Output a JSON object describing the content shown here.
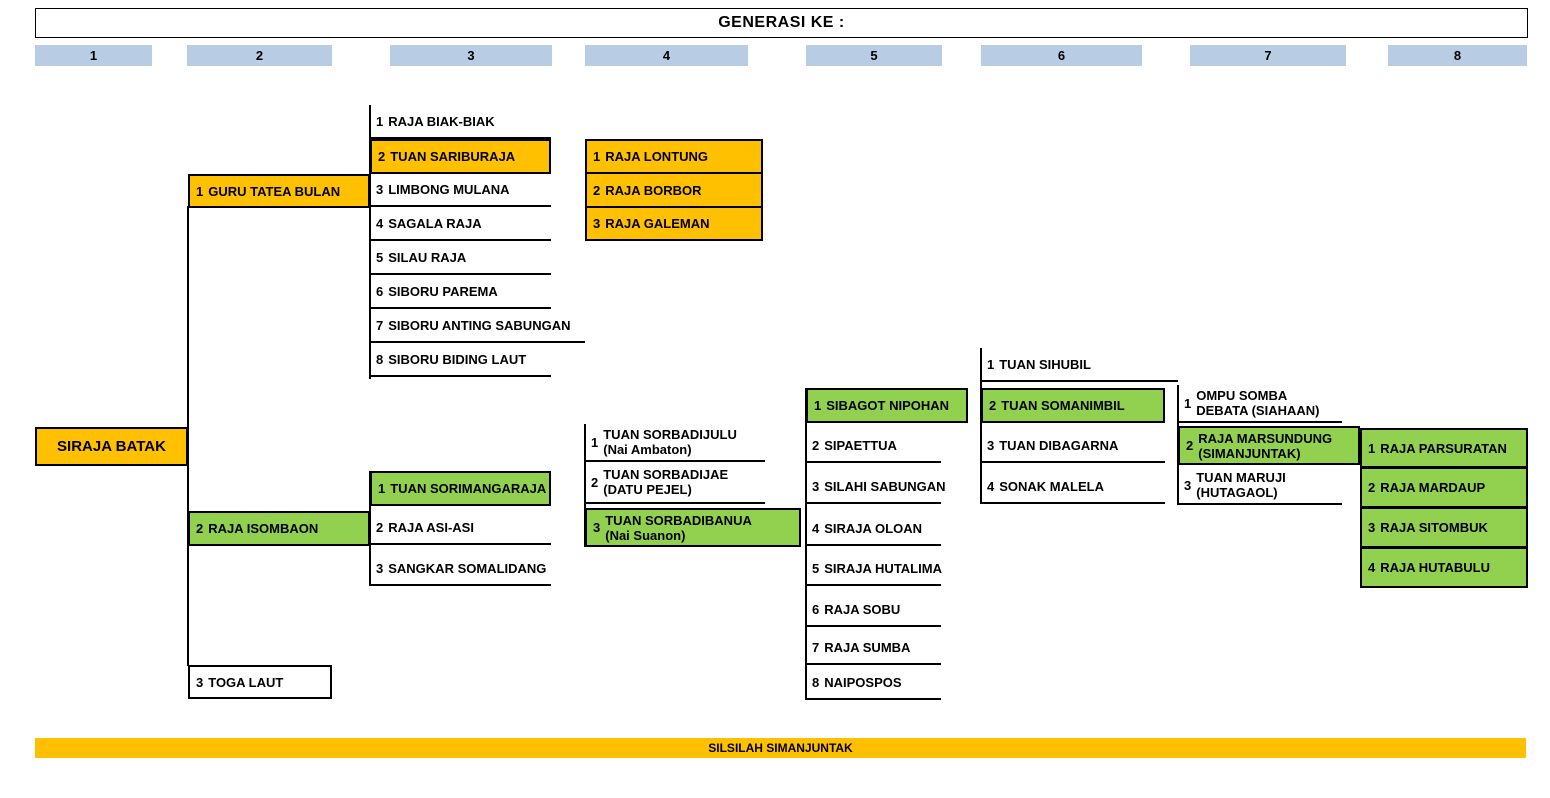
{
  "title": "GENERASI KE :",
  "generations": [
    "1",
    "2",
    "3",
    "4",
    "5",
    "6",
    "7",
    "8"
  ],
  "footer": "SILSILAH SIMANJUNTAK",
  "colors": {
    "highlight_orange": "#FFC000",
    "highlight_green": "#92D050",
    "generation_header": "#B8CCE4",
    "footer_bar": "#FFC000"
  },
  "root": {
    "name": "SIRAJA BATAK"
  },
  "gen2": {
    "guru_tatea_bulan": {
      "num": "1",
      "name": "GURU TATEA BULAN"
    },
    "raja_isombaon": {
      "num": "2",
      "name": "RAJA ISOMBAON"
    },
    "toga_laut": {
      "num": "3",
      "name": "TOGA LAUT"
    }
  },
  "children_guru_tatea_bulan": [
    {
      "num": "1",
      "name": "RAJA BIAK-BIAK"
    },
    {
      "num": "2",
      "name": "TUAN SARIBURAJA"
    },
    {
      "num": "3",
      "name": "LIMBONG MULANA"
    },
    {
      "num": "4",
      "name": "SAGALA RAJA"
    },
    {
      "num": "5",
      "name": "SILAU RAJA"
    },
    {
      "num": "6",
      "name": "SIBORU PAREMA"
    },
    {
      "num": "7",
      "name": "SIBORU ANTING SABUNGAN"
    },
    {
      "num": "8",
      "name": "SIBORU BIDING LAUT"
    }
  ],
  "children_tuan_sariburaja": [
    {
      "num": "1",
      "name": "RAJA LONTUNG"
    },
    {
      "num": "2",
      "name": "RAJA BORBOR"
    },
    {
      "num": "3",
      "name": "RAJA GALEMAN"
    }
  ],
  "children_raja_isombaon": [
    {
      "num": "1",
      "name": "TUAN SORIMANGARAJA"
    },
    {
      "num": "2",
      "name": "RAJA ASI-ASI"
    },
    {
      "num": "3",
      "name": "SANGKAR SOMALIDANG"
    }
  ],
  "children_tuan_sorimangaraja": [
    {
      "num": "1",
      "line1": "TUAN SORBADIJULU",
      "line2": "(Nai Ambaton)"
    },
    {
      "num": "2",
      "line1": "TUAN SORBADIJAE",
      "line2": "(DATU PEJEL)"
    },
    {
      "num": "3",
      "line1": "TUAN SORBADIBANUA",
      "line2": "(Nai Suanon)"
    }
  ],
  "children_tuan_sorbadibanua": [
    {
      "num": "1",
      "name": "SIBAGOT NIPOHAN"
    },
    {
      "num": "2",
      "name": "SIPAETTUA"
    },
    {
      "num": "3",
      "name": "SILAHI SABUNGAN"
    },
    {
      "num": "4",
      "name": "SIRAJA OLOAN"
    },
    {
      "num": "5",
      "name": "SIRAJA HUTALIMA"
    },
    {
      "num": "6",
      "name": "RAJA SOBU"
    },
    {
      "num": "7",
      "name": "RAJA SUMBA"
    },
    {
      "num": "8",
      "name": "NAIPOSPOS"
    }
  ],
  "children_sibagot_nipohan": [
    {
      "num": "1",
      "name": "TUAN SIHUBIL"
    },
    {
      "num": "2",
      "name": "TUAN SOMANIMBIL"
    },
    {
      "num": "3",
      "name": "TUAN DIBAGARNA"
    },
    {
      "num": "4",
      "name": "SONAK MALELA"
    }
  ],
  "children_tuan_somanimbil": [
    {
      "num": "1",
      "line1": "OMPU SOMBA",
      "line2": "DEBATA (SIAHAAN)"
    },
    {
      "num": "2",
      "line1": "RAJA MARSUNDUNG",
      "line2": "(SIMANJUNTAK)"
    },
    {
      "num": "3",
      "line1": "TUAN MARUJI",
      "line2": "(HUTAGAOL)"
    }
  ],
  "children_raja_marsundung": [
    {
      "num": "1",
      "name": "RAJA PARSURATAN"
    },
    {
      "num": "2",
      "name": "RAJA MARDAUP"
    },
    {
      "num": "3",
      "name": "RAJA SITOMBUK"
    },
    {
      "num": "4",
      "name": "RAJA HUTABULU"
    }
  ]
}
